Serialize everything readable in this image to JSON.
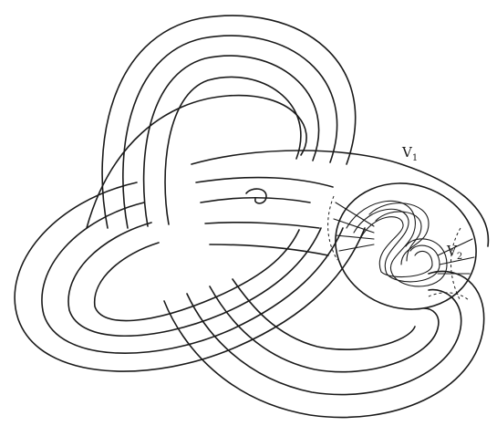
{
  "labels": {
    "outer_torus": "V",
    "outer_torus_sub": "1",
    "inner_torus": "V",
    "inner_torus_sub": "2"
  }
}
